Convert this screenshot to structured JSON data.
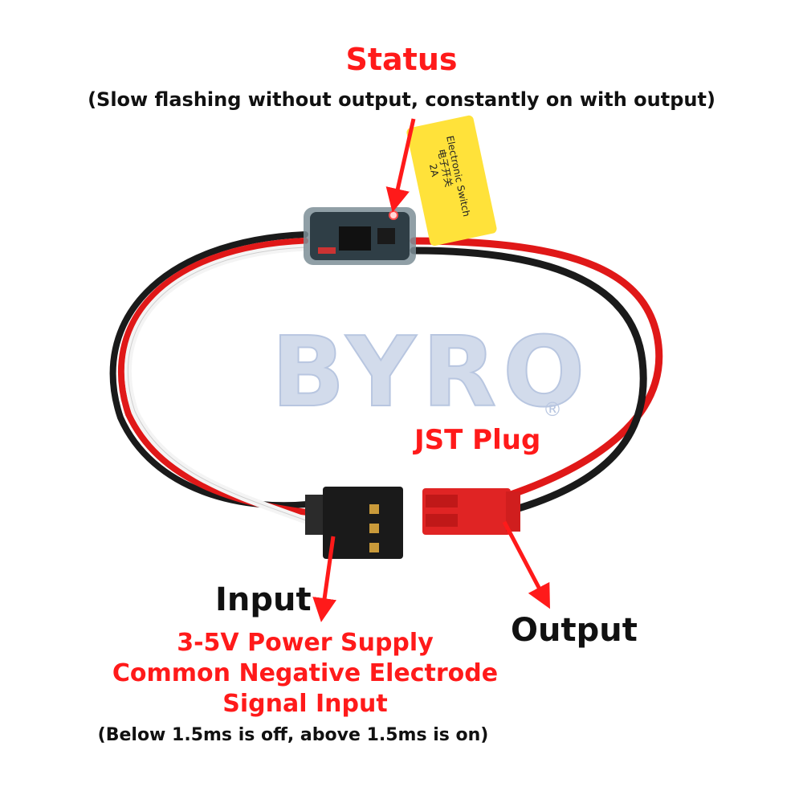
{
  "status": {
    "title": "Status",
    "note": "(Slow flashing without output, constantly on with output)"
  },
  "product_tag": {
    "line1": "Electronic Switch",
    "line2": "电子开关",
    "line3": "2A",
    "color": "#ffe23a"
  },
  "watermark": {
    "brand": "BYRO",
    "registered_mark": "®"
  },
  "jst": {
    "label": "JST Plug"
  },
  "input": {
    "label": "Input",
    "spec_lines": [
      "3-5V Power Supply",
      "Common Negative Electrode",
      "Signal Input"
    ],
    "note": "(Below 1.5ms is off, above 1.5ms is on)"
  },
  "output": {
    "label": "Output"
  },
  "colors": {
    "annotation_red": "#ff1a1a",
    "annotation_black": "#111111",
    "wire_red": "#e01818",
    "wire_black": "#1a1a1a",
    "wire_white": "#f4f4f4"
  }
}
